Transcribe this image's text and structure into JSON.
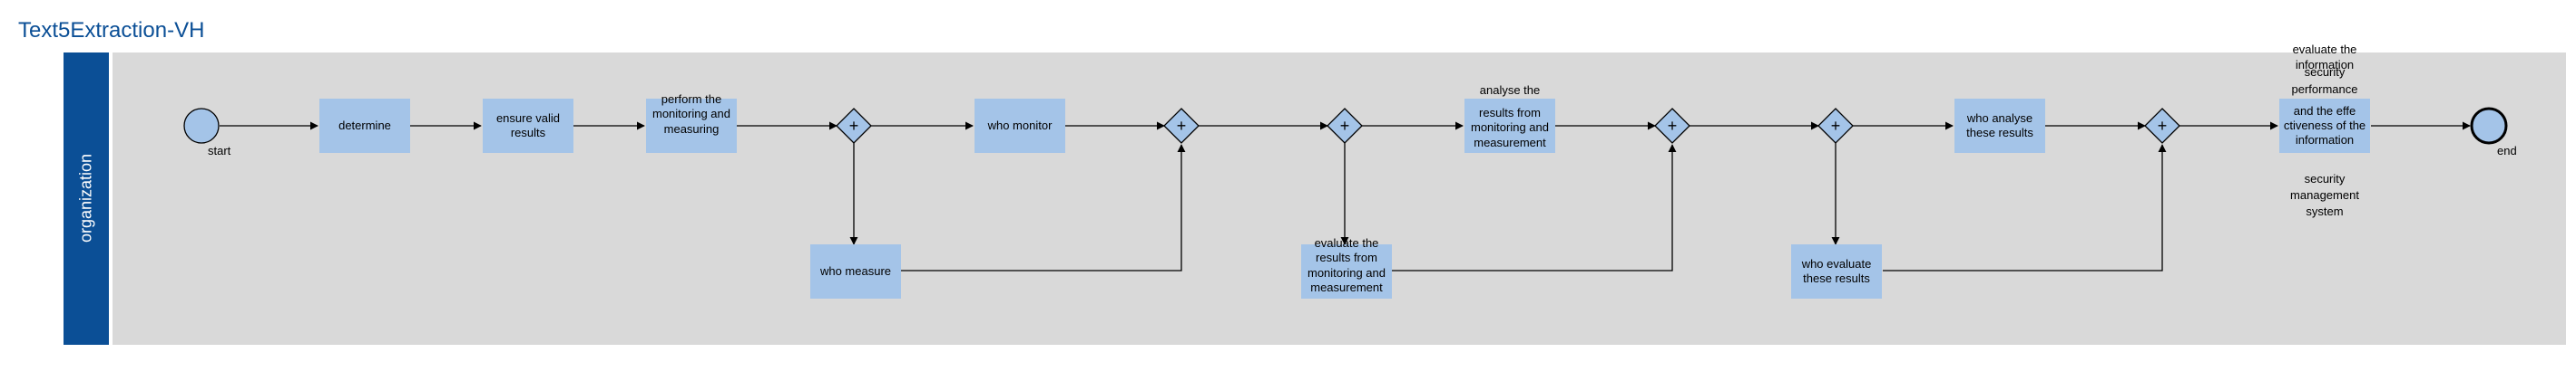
{
  "title": "Text5Extraction-VH",
  "lane": {
    "label": "organization"
  },
  "events": {
    "start": "start",
    "end": "end"
  },
  "tasks": {
    "determine": "determine",
    "ensure": "ensure valid results",
    "perform": "perform the monitoring and measuring",
    "who_monitor": "who monitor",
    "who_measure": "who measure",
    "evaluate_results": "evaluate the results from monitoring and measurement",
    "analyse_results": "results from monitoring and measurement",
    "analyse_above": "analyse the",
    "who_analyse": "who analyse these results",
    "who_evaluate": "who evaluate these results",
    "final_task": "and the effe ctiveness of the information",
    "final_above_1": "evaluate the",
    "final_above_2": "information",
    "final_above_3": "security",
    "final_above_4": "performance",
    "final_below_1": "security",
    "final_below_2": "management",
    "final_below_3": "system"
  },
  "gateway_symbol": "+",
  "colors": {
    "title": "#0b4f96",
    "lane_bar": "#0b4f96",
    "lane_body": "#d9d9d9",
    "task_fill": "#a4c4e8",
    "event_fill": "#a4c4e8",
    "line": "#000000"
  }
}
